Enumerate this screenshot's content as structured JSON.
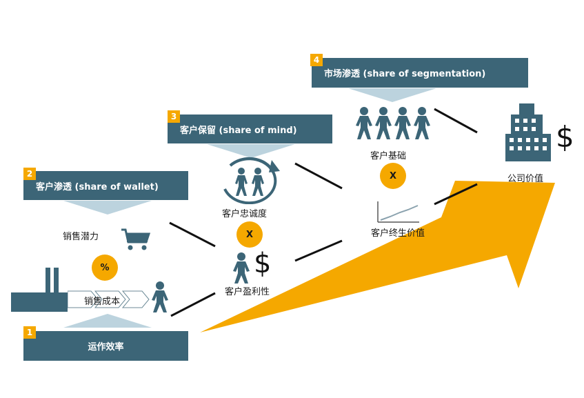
{
  "steps": [
    {
      "num": "1",
      "title": "运作效率"
    },
    {
      "num": "2",
      "title": "客户渗透 (share of wallet)"
    },
    {
      "num": "3",
      "title": "客户保留 (share of mind)"
    },
    {
      "num": "4",
      "title": "市场渗透 (share of segmentation)"
    }
  ],
  "labels": {
    "sales_potential": "销售潜力",
    "sales_cost": "销售成本",
    "customer_loyalty": "客户忠诚度",
    "customer_profitability": "客户盈利性",
    "customer_base": "客户基础",
    "customer_lifetime_value": "客户终生价值",
    "company_value": "公司价值"
  },
  "operators": {
    "percent": "%",
    "times_1": "X",
    "times_2": "X"
  },
  "symbols": {
    "dollar_1": "$",
    "dollar_2": "$"
  },
  "colors": {
    "banner": "#3c6577",
    "accent": "#f5a800",
    "icon": "#3c6577",
    "light_arrow": "#bcd3de"
  }
}
